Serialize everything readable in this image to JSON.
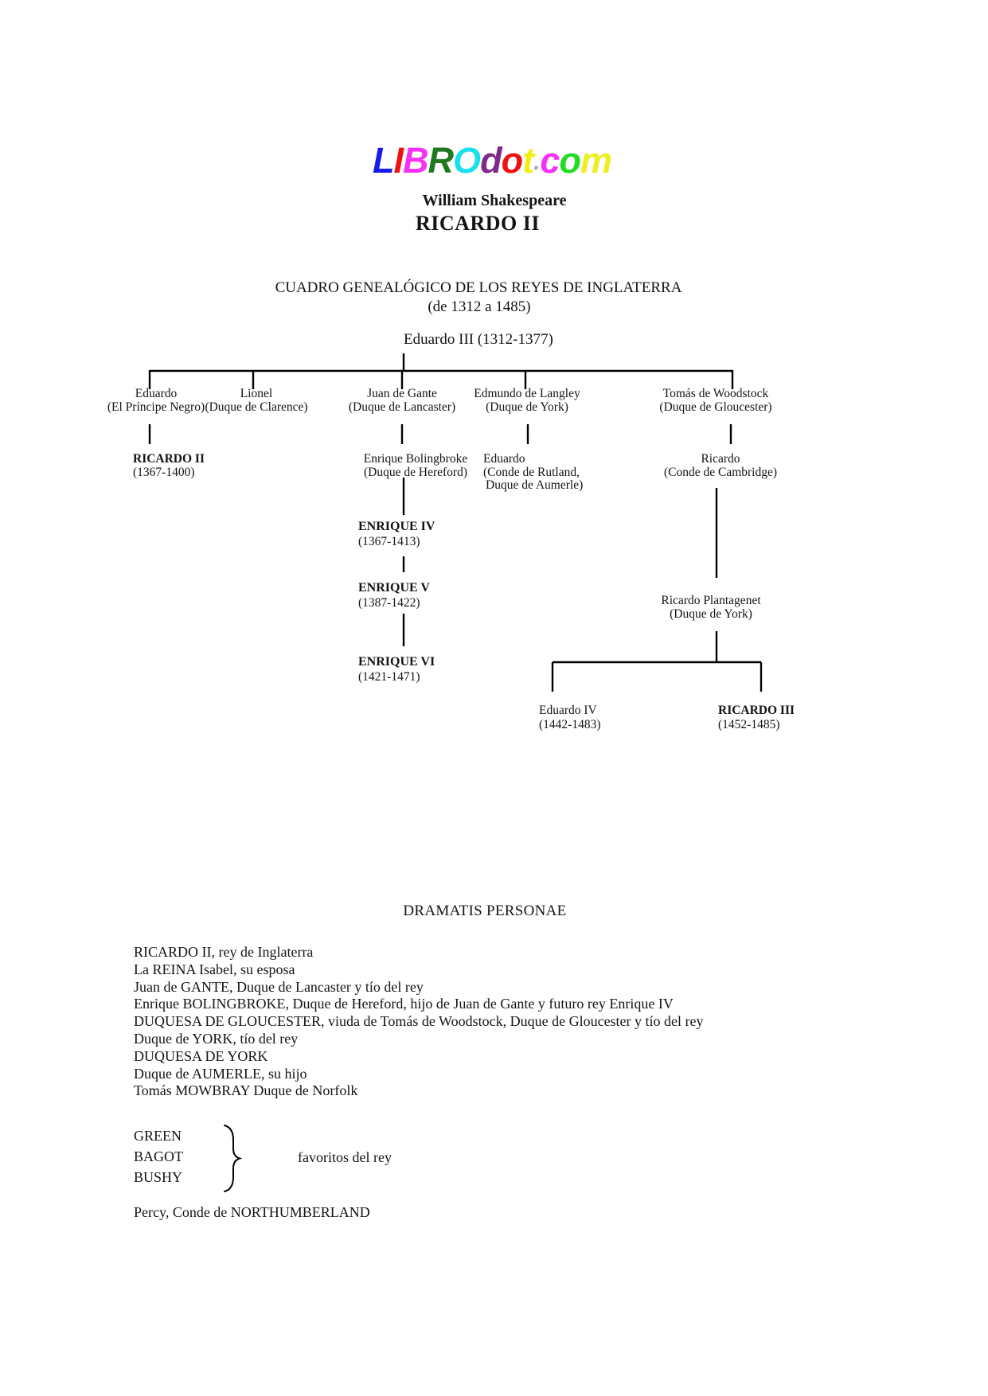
{
  "header": {
    "logo": {
      "text": "LIBROdot.com",
      "letters": [
        {
          "ch": "L",
          "color": "#1a1aee"
        },
        {
          "ch": "I",
          "color": "#ee1111"
        },
        {
          "ch": "B",
          "color": "#f531f5"
        },
        {
          "ch": "R",
          "color": "#227722"
        },
        {
          "ch": "O",
          "color": "#19e0ee"
        },
        {
          "ch": "d",
          "color": "#7e2a88"
        },
        {
          "ch": "o",
          "color": "#ee1111"
        },
        {
          "ch": "t",
          "color": "#f2ee13"
        },
        {
          "ch": ".",
          "color": "#a8a8a8"
        },
        {
          "ch": "c",
          "color": "#f531f5"
        },
        {
          "ch": "o",
          "color": "#21dd21"
        },
        {
          "ch": "m",
          "color": "#eeee22"
        }
      ]
    },
    "author": "William Shakespeare",
    "title": "RICARDO II"
  },
  "genealogy": {
    "heading": "CUADRO GENEALÓGICO DE LOS REYES DE INGLATERRA",
    "subheading": "(de 1312 a 1485)",
    "root": {
      "name": "Eduardo III (1312-1377)"
    },
    "generation1": [
      {
        "name": "Eduardo",
        "title": "(El Príncipe Negro)"
      },
      {
        "name": "Lionel",
        "title": "(Duque de Clarence)"
      },
      {
        "name": "Juan de Gante",
        "title": "(Duque de Lancaster)"
      },
      {
        "name": "Edmundo de Langley",
        "title": "(Duque de York)"
      },
      {
        "name": "Tomás de Woodstock",
        "title": "(Duque de Gloucester)"
      }
    ],
    "generation2": [
      {
        "name": "RICARDO II",
        "dates": "(1367-1400)"
      },
      {
        "name": "Enrique Bolingbroke",
        "title": "(Duque de Hereford)"
      },
      {
        "name": "Eduardo",
        "title": "(Conde de Rutland,",
        "title2": "Duque de Aumerle)"
      },
      {
        "name": "Ricardo",
        "title": "(Conde de Cambridge)"
      }
    ],
    "lancaster_line": [
      {
        "name": "ENRIQUE IV",
        "dates": "(1367-1413)"
      },
      {
        "name": "ENRIQUE V",
        "dates": "(1387-1422)"
      },
      {
        "name": "ENRIQUE VI",
        "dates": "(1421-1471)"
      }
    ],
    "york_line": [
      {
        "name": "Ricardo Plantagenet",
        "title": "(Duque de York)"
      },
      {
        "name": "Eduardo IV",
        "dates": "(1442-1483)"
      },
      {
        "name": "RICARDO III",
        "dates": "(1452-1485)"
      }
    ]
  },
  "dramatis": {
    "heading": "DRAMATIS PERSONAE",
    "characters": [
      "RICARDO II, rey de Inglaterra",
      "La REINA Isabel, su esposa",
      "Juan de GANTE, Duque de Lancaster y tío del rey",
      "Enrique BOLINGBROKE, Duque de Hereford, hijo de Juan de Gante y futuro rey Enrique IV",
      "DUQUESA DE GLOUCESTER, viuda de Tomás de Woodstock, Duque de Gloucester y tío del rey",
      "Duque de YORK, tío del rey",
      "DUQUESA DE YORK",
      "Duque de AUMERLE, su hijo",
      "Tomás MOWBRAY Duque de Norfolk"
    ],
    "favorites": {
      "names": [
        "GREEN",
        "BAGOT",
        "BUSHY"
      ],
      "label": "favoritos del rey"
    },
    "footer_character": "Percy, Conde de NORTHUMBERLAND"
  }
}
